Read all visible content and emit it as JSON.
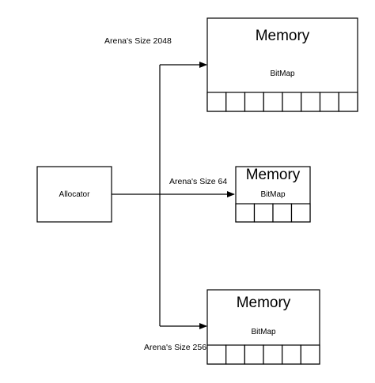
{
  "diagram": {
    "allocator": {
      "label": "Allocator"
    },
    "arenas": [
      {
        "id": "arena-2048",
        "edge_label": "Arena's Size 2048",
        "title": "Memory",
        "subtitle": "BitMap",
        "cells": 8
      },
      {
        "id": "arena-64",
        "edge_label": "Arena's Size 64",
        "title": "Memory",
        "subtitle": "BitMap",
        "cells": 4
      },
      {
        "id": "arena-256",
        "edge_label": "Arena's Size 256",
        "title": "Memory",
        "subtitle": "BitMap",
        "cells": 6
      }
    ],
    "colors": {
      "stroke": "#000000",
      "fill": "#ffffff",
      "text": "#000000"
    }
  }
}
